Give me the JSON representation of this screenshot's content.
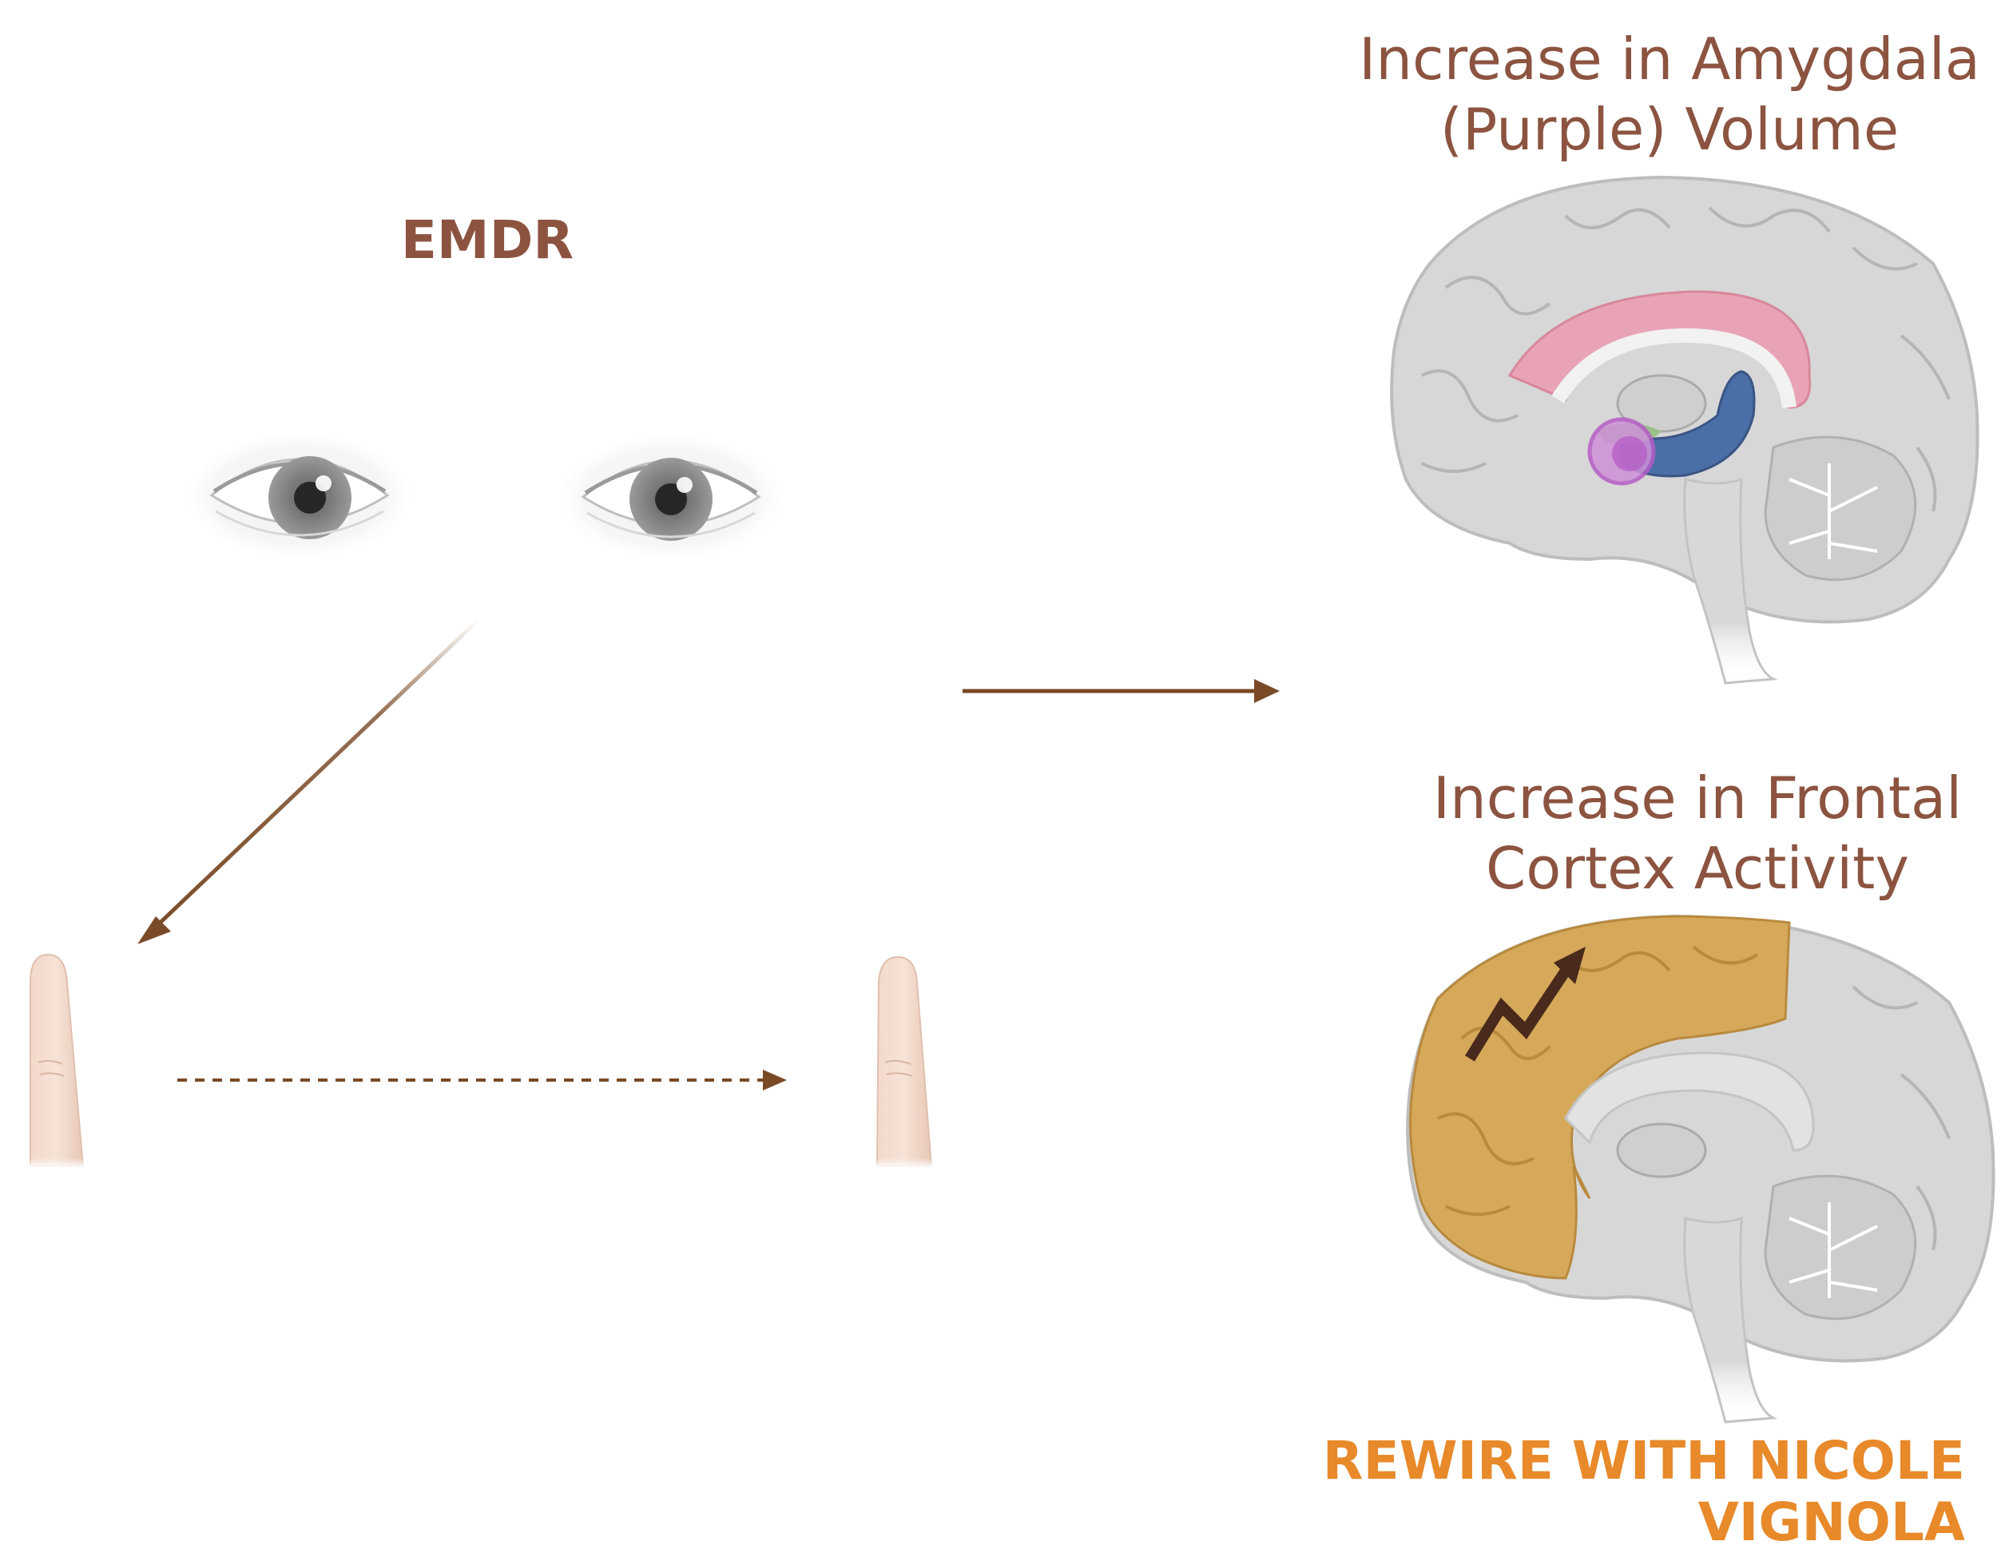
{
  "emdr": {
    "title": "EMDR"
  },
  "amygdala": {
    "line1": "Increase in Amygdala",
    "line2": "(Purple) Volume"
  },
  "frontal": {
    "line1": "Increase in Frontal",
    "line2": "Cortex Activity"
  },
  "branding": {
    "text": "REWIRE WITH NICOLE VIGNOLA"
  },
  "colors": {
    "label_brown": "#8c5440",
    "arrow_brown": "#7a4a26",
    "brand_orange": "#e8892a",
    "amygdala_purple": "#b45cc6",
    "frontal_gold": "#d6a95a"
  },
  "icons": [
    "left-eye-icon",
    "right-eye-icon",
    "left-finger-icon",
    "right-finger-icon",
    "brain-amygdala-icon",
    "brain-frontal-icon",
    "trend-up-icon"
  ]
}
